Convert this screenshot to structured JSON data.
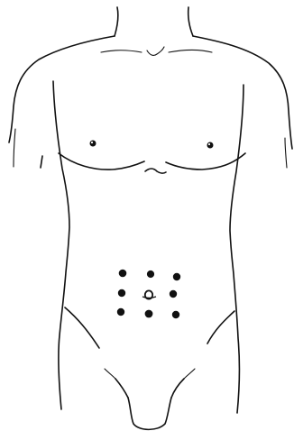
{
  "figure": {
    "description_visible_text": "",
    "colors": {
      "line": "#111111",
      "background": "#ffffff"
    },
    "port_grid": {
      "rows": 3,
      "columns": 3,
      "center_marker": "umbilicus"
    }
  }
}
